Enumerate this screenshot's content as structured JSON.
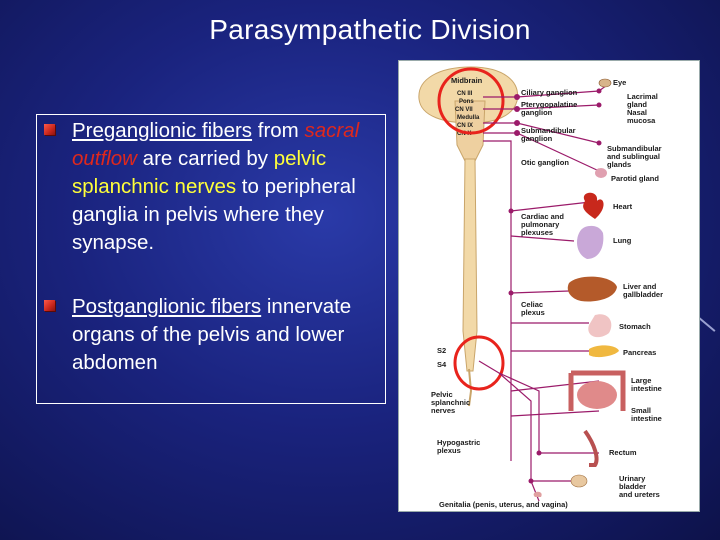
{
  "title": "Parasympathetic Division",
  "bullets": [
    {
      "parts": [
        {
          "text": "Preganglionic fibers",
          "style": "underline"
        },
        {
          "text": " from ",
          "style": "plain"
        },
        {
          "text": "sacral outflow",
          "style": "red-italic"
        },
        {
          "text": " are carried by ",
          "style": "plain"
        },
        {
          "text": "pelvic splanchnic nerves",
          "style": "yellow"
        },
        {
          "text": " to peripheral ganglia in pelvis where they synapse.",
          "style": "plain"
        }
      ]
    },
    {
      "parts": [
        {
          "text": "Postganglionic fibers",
          "style": "underline"
        },
        {
          "text": " innervate organs of the pelvis and lower abdomen",
          "style": "plain"
        }
      ]
    }
  ],
  "diagram": {
    "brainstem_labels": {
      "midbrain": "Midbrain",
      "cn3": "CN III",
      "pons": "Pons",
      "cn7": "CN VII",
      "medulla": "Medulla",
      "cn9": "CN IX",
      "cn10": "CN X"
    },
    "ganglia": {
      "ciliary": "Ciliary ganglion",
      "pterygo1": "Pterygopalatine",
      "pterygo2": "ganglion",
      "submand1": "Submandibular",
      "submand2": "ganglion",
      "otic": "Otic ganglion",
      "cardiac1": "Cardiac and",
      "cardiac2": "pulmonary",
      "cardiac3": "plexuses",
      "celiac1": "Celiac",
      "celiac2": "plexus",
      "pelvic1": "Pelvic",
      "pelvic2": "splanchnic",
      "pelvic3": "nerves",
      "hypo1": "Hypogastric",
      "hypo2": "plexus"
    },
    "sacral": {
      "s2": "S2",
      "s4": "S4"
    },
    "organs": {
      "eye": "Eye",
      "lacrimal1": "Lacrimal",
      "lacrimal2": "gland",
      "nasal1": "Nasal",
      "nasal2": "mucosa",
      "sub1": "Submandibular",
      "sub2": "and sublingual",
      "sub3": "glands",
      "parotid": "Parotid gland",
      "heart": "Heart",
      "lung": "Lung",
      "liver1": "Liver and",
      "liver2": "gallbladder",
      "stomach": "Stomach",
      "pancreas": "Pancreas",
      "large1": "Large",
      "large2": "intestine",
      "small1": "Small",
      "small2": "intestine",
      "rectum": "Rectum",
      "urinary1": "Urinary",
      "urinary2": "bladder",
      "urinary3": "and ureters",
      "genitalia": "Genitalia (penis, uterus, and vagina)"
    },
    "colors": {
      "nerve": "#9b1b6a",
      "highlight": "#e8231c",
      "spinal": "#f2d9a8",
      "spinal_edge": "#c9a56a"
    }
  }
}
